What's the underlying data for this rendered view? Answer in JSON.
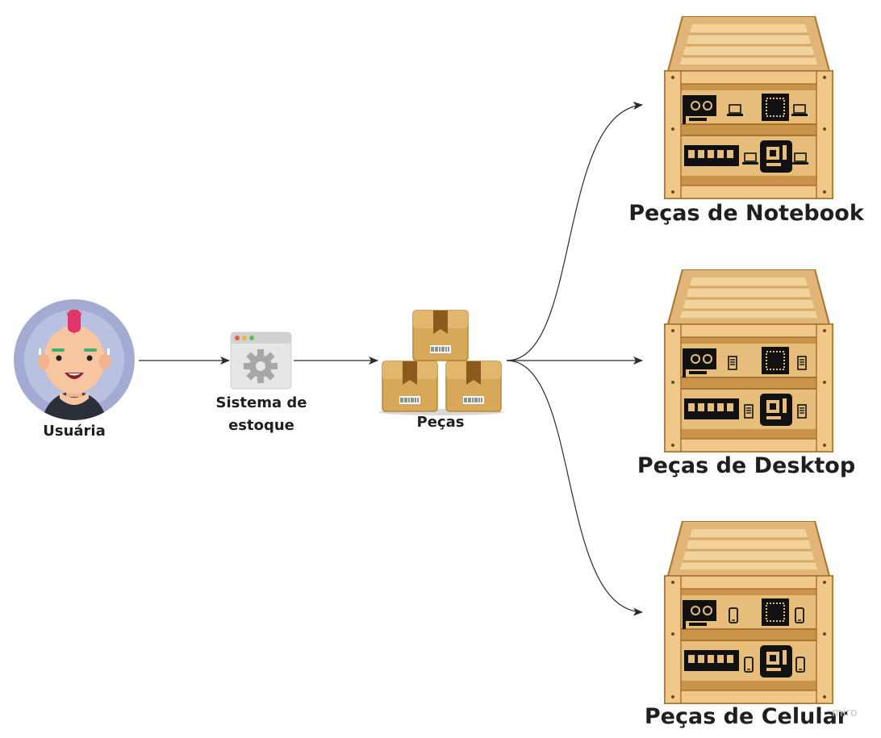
{
  "nodes": {
    "user": {
      "label": "Usuária"
    },
    "system": {
      "label_line1": "Sistema de",
      "label_line2": "estoque"
    },
    "parts": {
      "label": "Peças"
    },
    "notebook": {
      "label": "Peças de Notebook"
    },
    "desktop": {
      "label": "Peças de Desktop"
    },
    "phone": {
      "label": "Peças de Celular"
    }
  },
  "watermark": "miro",
  "colors": {
    "edge": "#2b2b2b",
    "crate_light": "#f2cf94",
    "crate_mid": "#d9a862",
    "crate_dark": "#b9843f",
    "box": "#d6a558",
    "avatar_bg": "#a3abd3",
    "avatar_skin": "#f7c6a1",
    "mohawk": "#e2366a"
  },
  "icons": {
    "user": "user-avatar-icon",
    "system": "gear-window-icon",
    "parts": "cardboard-boxes-icon",
    "crates": "wooden-crate-icon"
  }
}
